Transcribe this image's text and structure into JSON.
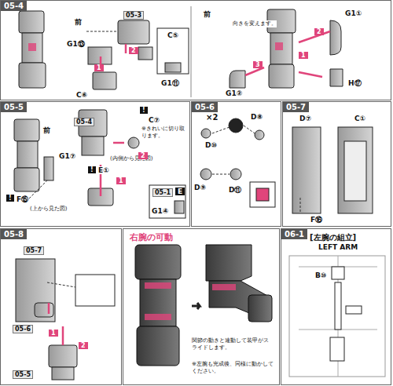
{
  "diagram": {
    "nodes": [
      {
        "text": [
          "05-4"
        ]
      },
      {
        "text": [
          "05-5"
        ]
      },
      {
        "text": [
          "05-6"
        ]
      },
      {
        "text": [
          "05-7"
        ]
      },
      {
        "text": [
          "05-8"
        ]
      },
      {
        "text": [
          "右腕の可動"
        ]
      },
      {
        "text": [
          "06-1"
        ]
      }
    ],
    "labels": [
      "05-3",
      "前",
      "G1⑬",
      "1",
      "2",
      "C⑥",
      "C⑤",
      "G1⑪",
      "前",
      "向きを変えます。",
      "G1①",
      "2",
      "1",
      "3",
      "G1②",
      "H⑰",
      "05-4",
      "前",
      "G1⑦",
      "!",
      "F⑮",
      "(上から見た図)",
      "!",
      "C⑦",
      "※きれいに切り取ります。",
      "(内側から見た図)",
      "!",
      "E①",
      "1",
      "2",
      "05-1",
      "E",
      "G1④",
      "×2",
      "D⑧",
      "D⑩",
      "D⑨",
      "D⑪",
      "D⑦",
      "C①",
      "F⑯",
      "05-7",
      "05-6",
      "1",
      "2",
      "05-5",
      "関節の動きと連動して装甲がスライドします。",
      "※左腕も完成後、同様に動かしてください。",
      "[左腕の組立]",
      "LEFT ARM",
      "B⑩"
    ]
  }
}
